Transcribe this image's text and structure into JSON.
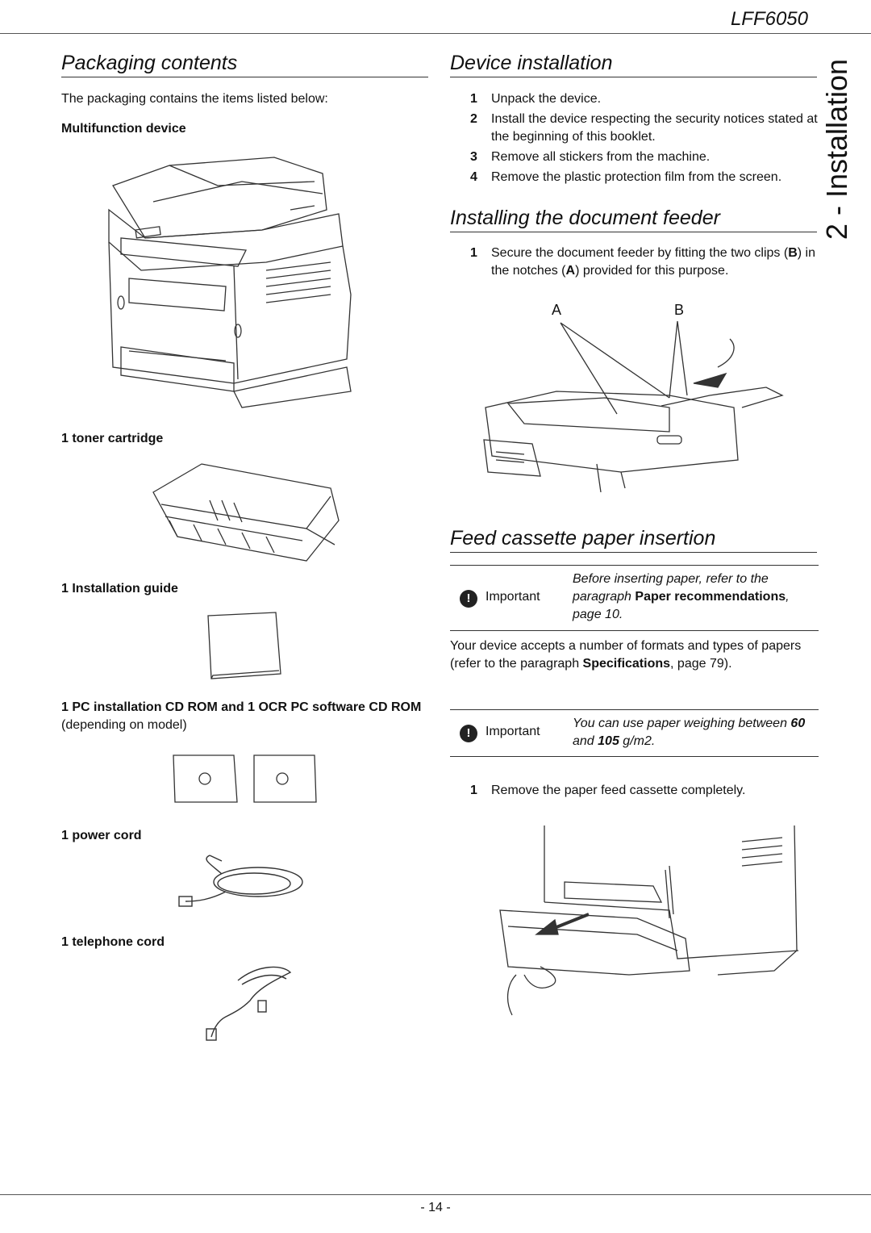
{
  "header": {
    "model": "LFF6050"
  },
  "sidetab": {
    "text": "2 - Installation"
  },
  "packaging": {
    "title": "Packaging contents",
    "intro": "The packaging contains the items listed below:",
    "items": {
      "device": "Multifunction device",
      "toner": "1 toner cartridge",
      "guide": "1 Installation guide",
      "cd_bold": "1 PC installation CD ROM and 1 OCR PC software CD ROM",
      "cd_rest": " (depending on model)",
      "power": "1 power cord",
      "phone": "1 telephone cord"
    }
  },
  "device_installation": {
    "title": "Device installation",
    "steps": [
      {
        "num": "1",
        "text": "Unpack the device."
      },
      {
        "num": "2",
        "text": "Install the device respecting the security notices stated at the beginning of this booklet."
      },
      {
        "num": "3",
        "text": "Remove all stickers from the machine."
      },
      {
        "num": "4",
        "text": "Remove the plastic protection film from the screen."
      }
    ]
  },
  "doc_feeder": {
    "title": "Installing the document feeder",
    "step_num": "1",
    "step_a": "Secure the document feeder by fitting the two clips (",
    "step_b": "B",
    "step_c": ") in the notches (",
    "step_d": "A",
    "step_e": ") provided for this purpose.",
    "label_a": "A",
    "label_b": "B"
  },
  "feed_cassette": {
    "title": "Feed cassette paper insertion",
    "important_label": "Important",
    "important_icon": "!",
    "note1_a": "Before inserting paper, refer to the paragraph ",
    "note1_b": "Paper recommendations",
    "note1_c": ", page 10.",
    "para_a": "Your device accepts a number of formats and types of papers (refer to the paragraph ",
    "para_b": "Specifications",
    "para_c": ", page 79).",
    "note2_a": "You can use paper weighing between ",
    "note2_b": "60",
    "note2_c": " and ",
    "note2_d": "105",
    "note2_e": " g/m2.",
    "step_num": "1",
    "step_text": "Remove the paper feed cassette completely."
  },
  "footer": {
    "page": "- 14 -"
  }
}
